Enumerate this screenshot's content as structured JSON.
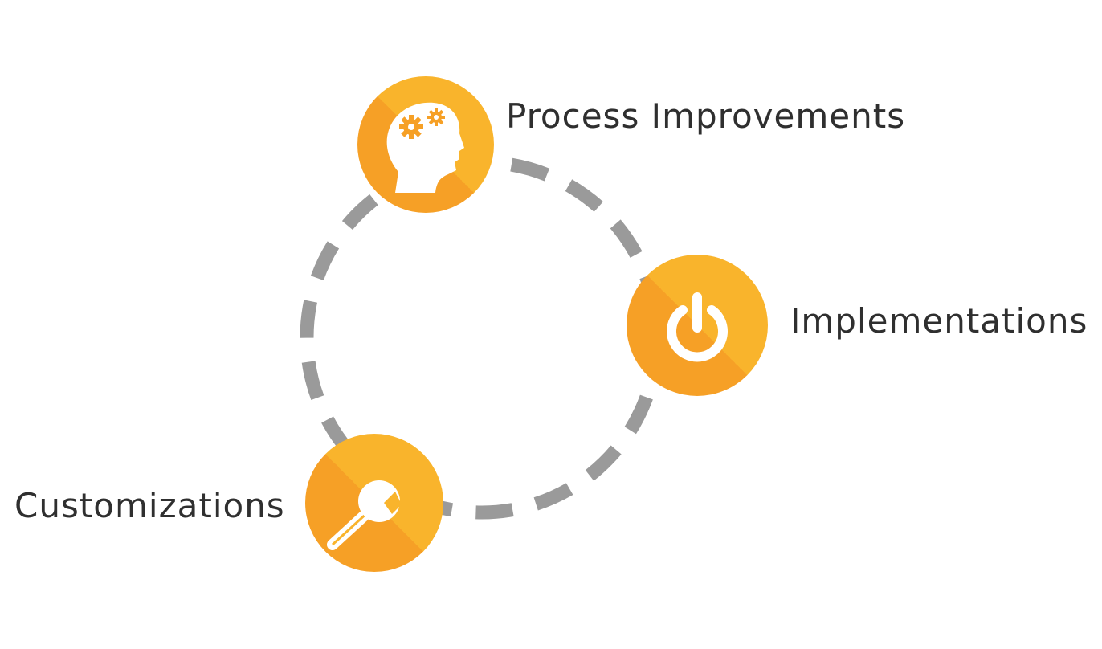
{
  "diagram": {
    "nodes": [
      {
        "id": "process",
        "label": "Process Improvements",
        "icon": "head-gears-icon"
      },
      {
        "id": "implementations",
        "label": "Implementations",
        "icon": "power-icon"
      },
      {
        "id": "customizations",
        "label": "Customizations",
        "icon": "wrench-icon"
      }
    ],
    "colors": {
      "circle_light": "#F9B42C",
      "circle_dark": "#F6A026",
      "icon": "#FFFFFF",
      "gear": "#F6A026",
      "ring": "#9A9A9A",
      "text": "#2F2F2F"
    }
  }
}
